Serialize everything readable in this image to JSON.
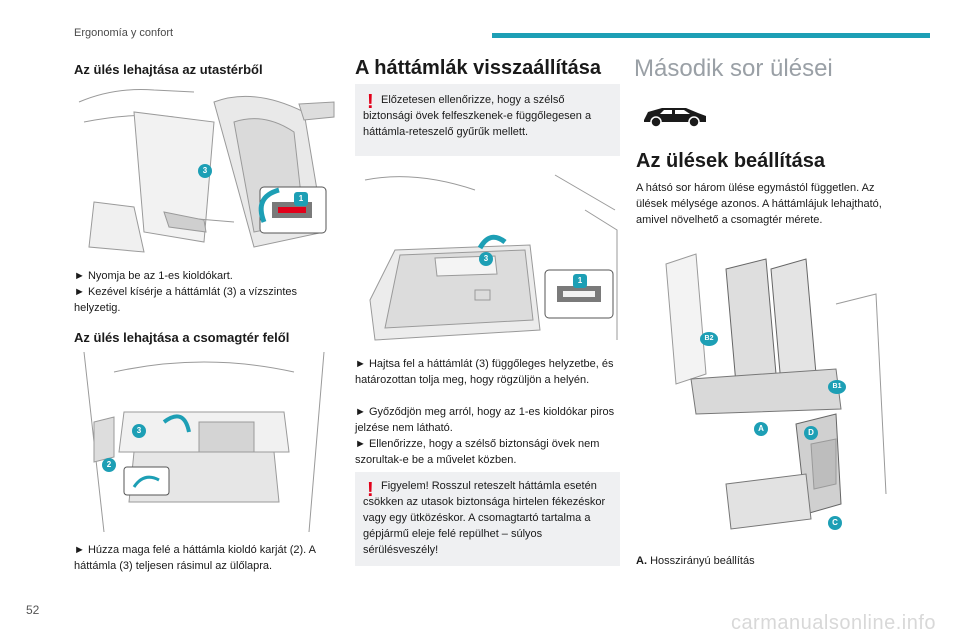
{
  "header": {
    "section": "Ergonomía y confort",
    "accent_color": "#1d9fb5"
  },
  "footer": {
    "page_number": "52",
    "watermark": "carmanualsonline.info"
  },
  "col1": {
    "h1": "Az ülés lehajtása az utastérből",
    "p1": "► Nyomja be az 1-es kioldókart.",
    "p2": "► Kezével kísérje a háttámlát (3) a vízszintes helyzetig.",
    "h2": "Az ülés lehajtása a csomagtér felől",
    "p3": "► Húzza maga felé a háttámla kioldó karját (2). A háttámla (3) teljesen rásimul az ülőlapra."
  },
  "col2": {
    "title": "A háttámlák visszaállítása",
    "warn1": "Előzetesen ellenőrizze, hogy a szélső biztonsági övek felfeszkenek-e függőlegesen a háttámla-reteszelő gyűrűk mellett.",
    "p1": "► Hajtsa fel a háttámlát (3) függőleges helyzetbe, és határozottan tolja meg, hogy rögzüljön a helyén.",
    "p2": "► Győződjön meg arról, hogy az 1-es kioldókar piros jelzése nem látható.",
    "p3": "► Ellenőrizze, hogy a szélső biztonsági övek nem szorultak-e be a művelet közben.",
    "warn2": "Figyelem! Rosszul reteszelt háttámla esetén csökken az utasok biztonsága hirtelen fékezéskor vagy egy ütközéskor. A csomagtartó tartalma a gépjármű eleje felé repülhet – súlyos sérülésveszély!"
  },
  "col3": {
    "big_title": "Második sor ülései",
    "h1": "Az ülések beállítása",
    "p1": "A hátsó sor három ülése egymástól független. Az ülések mélysége azonos. A háttámlájuk lehajtható, amivel növelhető a csomagtér mérete.",
    "caption_letter": "A.",
    "caption_text": "Hosszirányú beállítás"
  },
  "callouts": {
    "one": "1",
    "two": "2",
    "three": "3",
    "a": "A",
    "b1": "B1",
    "b2": "B2",
    "c": "C",
    "d": "D"
  },
  "warning_color": "#e2001a"
}
